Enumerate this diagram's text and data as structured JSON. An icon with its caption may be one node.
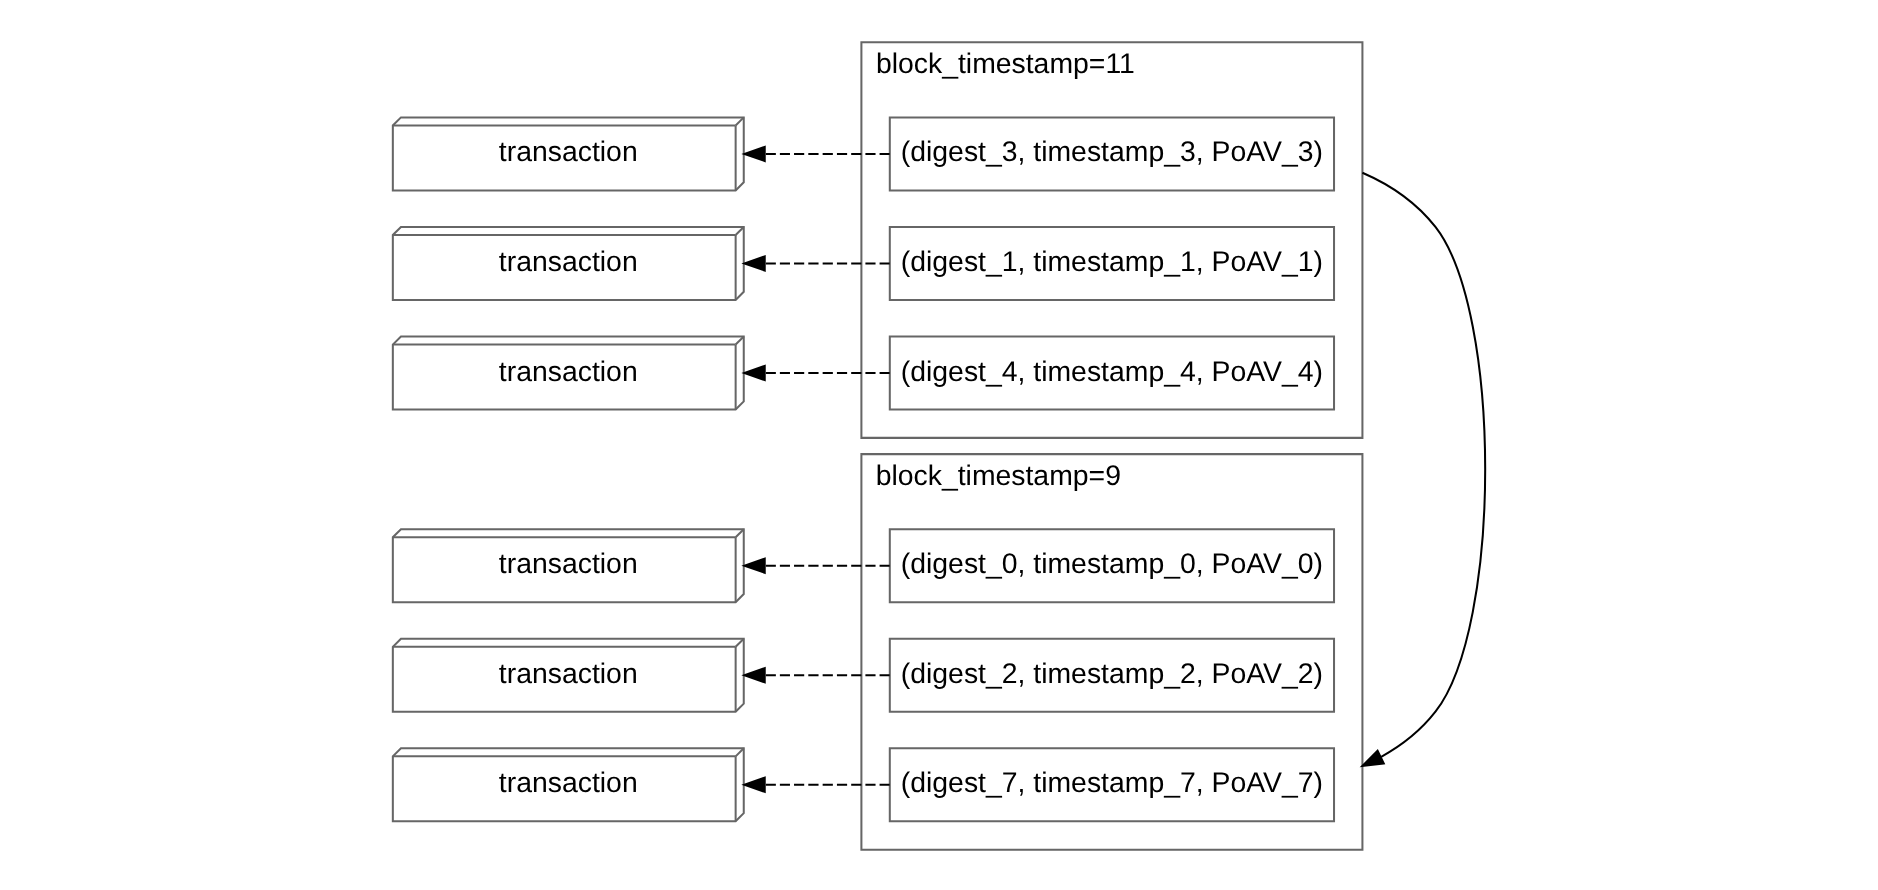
{
  "diagram": {
    "nodes": [
      {
        "text": [
          "block_timestamp=9"
        ]
      },
      {
        "text": [
          "(digest_0, timestamp_0, PoAV_0)"
        ],
        "in": 0
      },
      {
        "text": [
          "(digest_2, timestamp_2, PoAV_2)"
        ],
        "in": 0
      },
      {
        "text": [
          "(digest_7, timestamp_7, PoAV_7)"
        ],
        "in": 0
      },
      {
        "text": [
          "block_timestamp=11"
        ]
      },
      {
        "text": [
          "(digest_3, timestamp_3, PoAV_3)"
        ],
        "in": 4
      },
      {
        "text": [
          "(digest_1, timestamp_1, PoAV_1)"
        ],
        "in": 4
      },
      {
        "text": [
          "(digest_4, timestamp_4, PoAV_4)"
        ],
        "in": 4
      },
      {
        "text": [
          "transaction"
        ]
      },
      {
        "text": [
          "transaction"
        ]
      },
      {
        "text": [
          "transaction"
        ]
      },
      {
        "text": [
          "transaction"
        ]
      },
      {
        "text": [
          "transaction"
        ]
      },
      {
        "text": [
          "transaction"
        ]
      }
    ],
    "edges": [
      {
        "from": 1,
        "to": 8,
        "arrow": "to",
        "style": "dashed"
      },
      {
        "from": 2,
        "to": 9,
        "arrow": "to",
        "style": "dashed"
      },
      {
        "from": 3,
        "to": 10,
        "arrow": "to",
        "style": "dashed"
      },
      {
        "from": 4,
        "to": 0,
        "arrow": "to"
      },
      {
        "from": 5,
        "to": 11,
        "arrow": "to",
        "style": "dashed"
      },
      {
        "from": 6,
        "to": 12,
        "arrow": "to",
        "style": "dashed"
      },
      {
        "from": 7,
        "to": 13,
        "arrow": "to",
        "style": "dashed"
      }
    ]
  }
}
